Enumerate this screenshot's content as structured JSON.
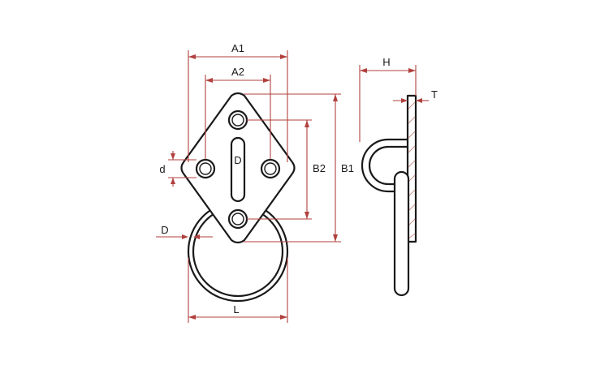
{
  "labels": {
    "a1": "A1",
    "a2": "A2",
    "b1": "B1",
    "b2": "B2",
    "d_small": "d",
    "d_upper_slot": "D",
    "d_left_ring": "D",
    "l": "L",
    "h": "H",
    "t": "T"
  },
  "colors": {
    "outline": "#1a1a1a",
    "dimension": "#b0413e",
    "hatch": "#c98a85"
  }
}
